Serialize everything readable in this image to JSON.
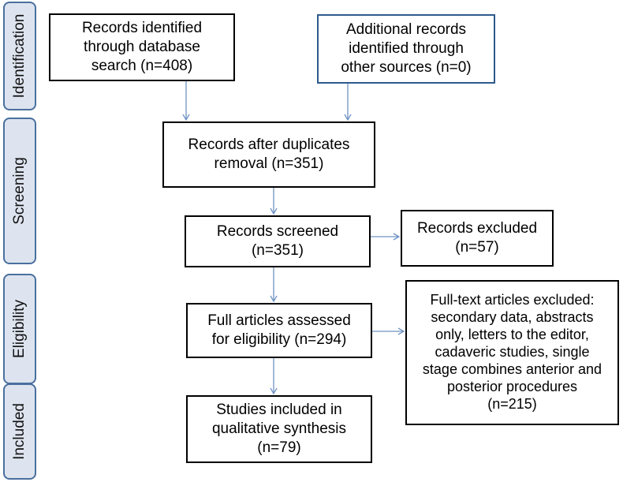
{
  "phases": {
    "identification": "Identification",
    "screening": "Screening",
    "eligibility": "Eligibility",
    "included": "Included"
  },
  "boxes": {
    "database": "Records identified\nthrough database\nsearch (n=408)",
    "other_sources": "Additional records\nidentified through\nother sources (n=0)",
    "duplicates": "Records after duplicates\nremoval (n=351)",
    "screened": "Records screened\n(n=351)",
    "excluded": "Records excluded\n(n=57)",
    "assessed": "Full articles assessed\nfor eligibility (n=294)",
    "fulltext_excluded": "Full-text articles excluded:\nsecondary data, abstracts\nonly, letters to the editor,\ncadaveric studies, single\nstage combines anterior and\nposterior procedures\n(n=215)",
    "included": "Studies included in\nqualitative synthesis\n(n=79)"
  },
  "colors": {
    "phase_fill": "#dde4ef",
    "phase_border": "#4a6f9e",
    "arrow": "#6f93c4",
    "blue_box_border": "#2d5a8c"
  }
}
